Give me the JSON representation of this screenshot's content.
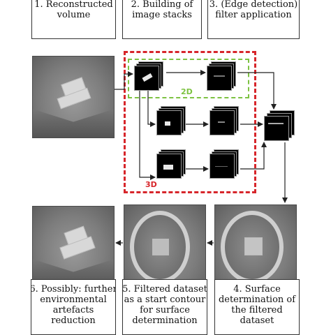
{
  "top_steps": [
    {
      "lines": [
        "1. Reconstructed",
        "volume"
      ]
    },
    {
      "lines": [
        "2. Building of",
        "image stacks"
      ]
    },
    {
      "lines": [
        "3. (Edge detection)",
        "filter application"
      ]
    }
  ],
  "bottom_steps": [
    {
      "lines": [
        "6. Possibly: further",
        "environmental",
        "artefacts",
        "reduction"
      ]
    },
    {
      "lines": [
        "5. Filtered dataset",
        "as a start contour",
        "for surface",
        "determination"
      ]
    },
    {
      "lines": [
        "4. Surface",
        "determination of",
        "the filtered",
        "dataset"
      ]
    }
  ],
  "region_labels": {
    "label_2d": "2D",
    "label_3d": "3D"
  },
  "colors": {
    "region_2d": "#7dc242",
    "region_3d": "#d7262b",
    "arrows": "#222222"
  }
}
